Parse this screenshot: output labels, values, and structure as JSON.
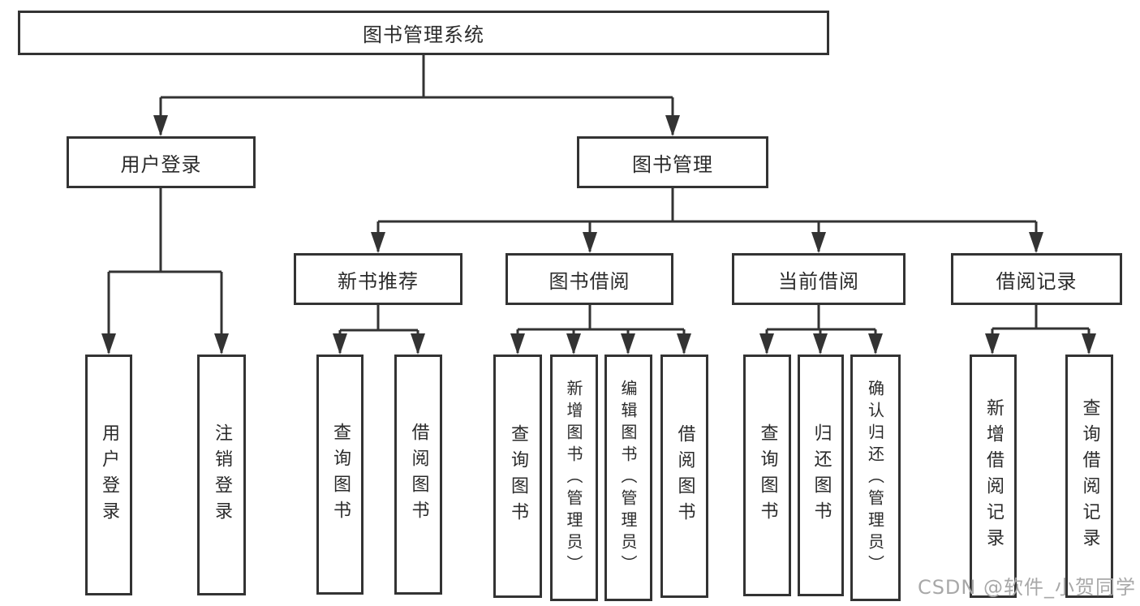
{
  "diagram": {
    "root": {
      "label": "图书管理系统"
    },
    "level2": [
      {
        "label": "用户登录"
      },
      {
        "label": "图书管理"
      }
    ],
    "level3": [
      {
        "label": "新书推荐"
      },
      {
        "label": "图书借阅"
      },
      {
        "label": "当前借阅"
      },
      {
        "label": "借阅记录"
      }
    ],
    "leaves": {
      "user": [
        "用户登录",
        "注销登录"
      ],
      "recommend": [
        "查询图书",
        "借阅图书"
      ],
      "borrow": [
        "查询图书",
        "新增图书（管理员）",
        "编辑图书（管理员）",
        "借阅图书"
      ],
      "current": [
        "查询图书",
        "归还图书",
        "确认归还（管理员）"
      ],
      "records": [
        "新增借阅记录",
        "查询借阅记录"
      ]
    }
  },
  "watermark": {
    "text": "CSDN @软件_小贺同学"
  },
  "colors": {
    "line": "#333333",
    "text": "#2b2b2b",
    "watermark": "#a8a8a8",
    "background": "#ffffff"
  }
}
